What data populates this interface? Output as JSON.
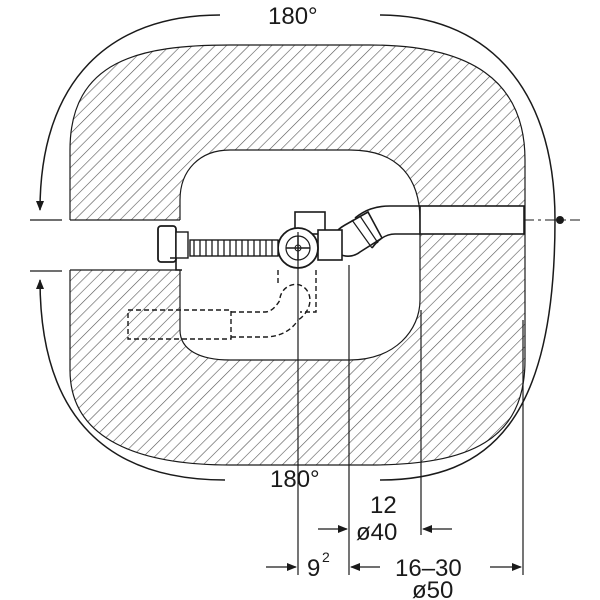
{
  "diagram": {
    "type": "technical-installation-drawing",
    "subject": "Bathtub drain/overflow set — rotation range and dimensions",
    "colors": {
      "line": "#1a1a1a",
      "hatch": "#555555",
      "background": "#ffffff"
    },
    "angles": {
      "top": "180°",
      "bottom": "180°"
    },
    "dimensions": {
      "offset_12": "12",
      "diameter_40": "ø40",
      "height_9": "9",
      "height_9_sup": "2",
      "range_16_30": "16–30",
      "diameter_50": "ø50"
    },
    "components": [
      "overflow-head",
      "flexible-hose",
      "drain-valve-body",
      "45-degree-elbow",
      "outlet-pipe-d50",
      "alternate-outlet-position-dashed"
    ]
  }
}
